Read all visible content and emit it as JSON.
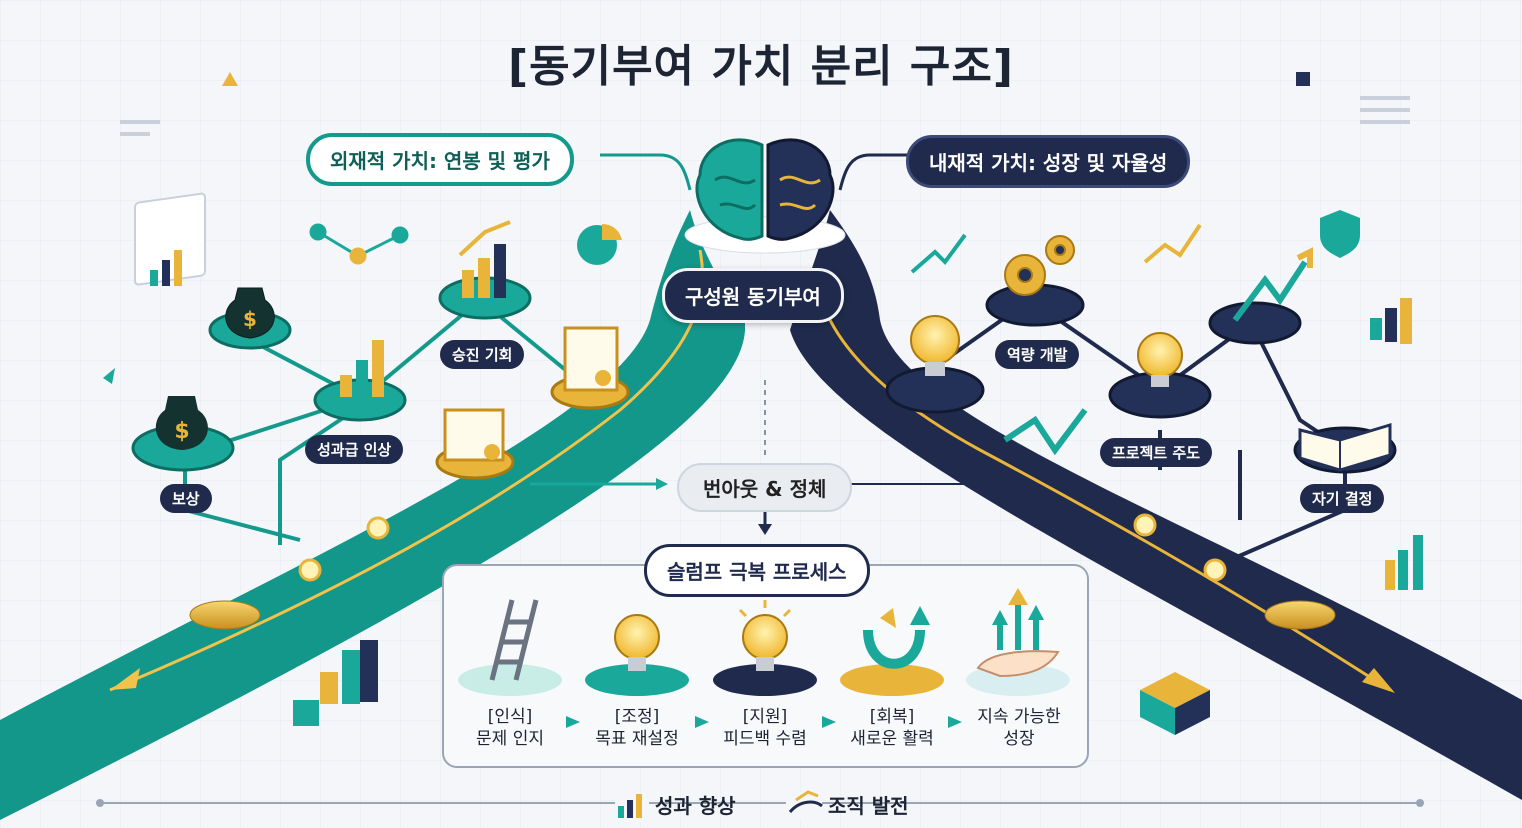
{
  "title": "[동기부여 가치 분리 구조]",
  "left_branch": {
    "title": "외재적 가치: 연봉 및 평가",
    "nodes": [
      "보상",
      "성과급 인상",
      "승진 기회"
    ]
  },
  "right_branch": {
    "title": "내재적 가치: 성장 및 자율성",
    "nodes": [
      "역량 개발",
      "프로젝트 주도",
      "자기 결정"
    ]
  },
  "core": "구성원 동기부여",
  "burnout": "번아웃 & 정체",
  "slump": {
    "title": "슬럼프 극복 프로세스",
    "steps": [
      {
        "tag": "[인식]",
        "text": "문제 인지"
      },
      {
        "tag": "[조정]",
        "text": "목표 재설정"
      },
      {
        "tag": "[지원]",
        "text": "피드백 수렴"
      },
      {
        "tag": "[회복]",
        "text": "새로운 활력"
      },
      {
        "tag": "지속 가능한",
        "text": "성장"
      }
    ]
  },
  "footer": {
    "left": "성과 향상",
    "right": "조직 발전"
  },
  "colors": {
    "teal": "#149a8c",
    "navy": "#1f2a4d",
    "gold": "#e8b53a",
    "background": "#f4f6f9"
  }
}
